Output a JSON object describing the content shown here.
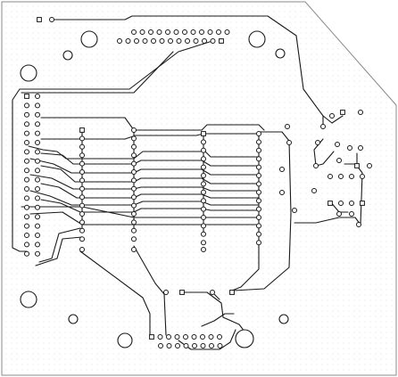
{
  "board": {
    "kind": "pcb-layout",
    "colors": {
      "background": "#ffffff",
      "grid_dot": "#d9d9d9",
      "trace": "#1a1a1a",
      "outline": "#8a8a8a",
      "pad_fill": "#ffffff",
      "pad_stroke": "#1a1a1a"
    },
    "layers": [
      "board-outline",
      "dot-grid",
      "traces",
      "pads",
      "mounting-holes"
    ]
  }
}
